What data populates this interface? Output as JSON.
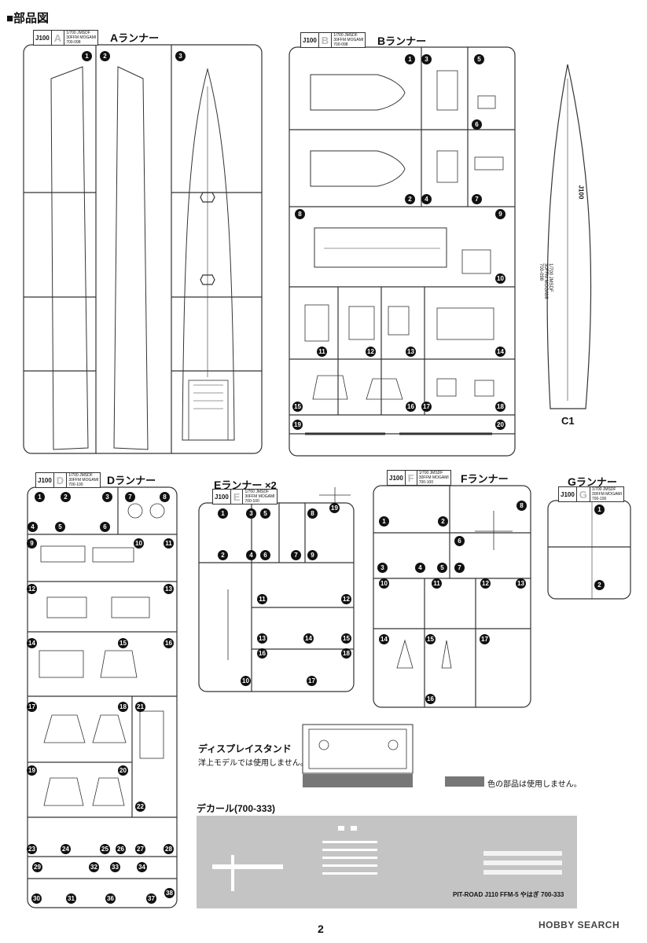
{
  "heading": "■部品図",
  "runners": {
    "A": {
      "title_letter": "A",
      "title_text": "ランナー",
      "code": "J100",
      "letter": "A",
      "tag_text": "1/700 JMSDF\n30FFM MOGAMI\n700-098"
    },
    "B": {
      "title_letter": "B",
      "title_text": "ランナー",
      "code": "J100",
      "letter": "B",
      "tag_text": "1/700 JMSDF\n30FFM MOGAMI\n700-098"
    },
    "C": {
      "label": "C1",
      "hull_text": "1/700 JMSDF\n30FFM MOGAMI\n700-098",
      "code": "J100",
      "letter": "C1"
    },
    "D": {
      "title_letter": "D",
      "title_text": "ランナー",
      "code": "J100",
      "letter": "D",
      "tag_text": "1/700 JMSDF\n30FFM MOGAMI\n700-100"
    },
    "E": {
      "title_letter": "E",
      "title_text": "ランナー ×2",
      "code": "J100",
      "letter": "E",
      "tag_text": "1/700 JMSDF\n30FFM MOGAMI\n700-100"
    },
    "F": {
      "title_letter": "F",
      "title_text": "ランナー",
      "code": "J100",
      "letter": "F",
      "tag_text": "1/700 JMSDF\n30FFM MOGAMI\n700-100"
    },
    "G": {
      "title_letter": "G",
      "title_text": "ランナー",
      "code": "J100",
      "letter": "G",
      "tag_text": "1/700 JMSDF\n30FFM MOGAMI\n700-100"
    }
  },
  "display_stand": {
    "title": "ディスプレイスタンド",
    "note": "洋上モデルでは使用しません。"
  },
  "legend_note": "色の部品は使用しません。",
  "decal": {
    "title": "デカール(700-333)",
    "caption": "PIT-ROAD J110 FFM-5 やはぎ 700-333"
  },
  "page_number": "2",
  "watermark": "HOBBY SEARCH",
  "colors": {
    "line": "#333333",
    "unused_gray": "#777777",
    "decal_bg": "#c4c4c4"
  }
}
